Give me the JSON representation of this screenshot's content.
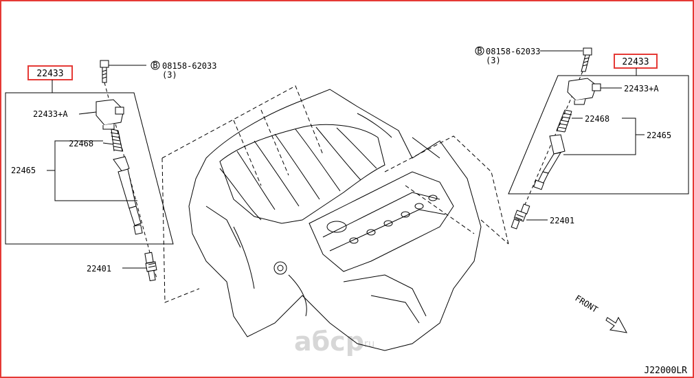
{
  "diagram_code": "J22000LR",
  "watermark": {
    "brand": "aбcp",
    "tld": ".ru"
  },
  "front_label": "FRONT",
  "left": {
    "highlight_part": "22433",
    "coil_part": "22433+A",
    "spring_part": "22468",
    "lead_part": "22465",
    "plug_part": "22401",
    "bolt_circle": "B",
    "bolt_part": "08158-62033",
    "bolt_qty": "(3)"
  },
  "right": {
    "highlight_part": "22433",
    "coil_part": "22433+A",
    "spring_part": "22468",
    "lead_part": "22465",
    "plug_part": "22401",
    "bolt_circle": "B",
    "bolt_part": "08158-62033",
    "bolt_qty": "(3)"
  },
  "colors": {
    "highlight_border": "#e53935",
    "line": "#000000",
    "watermark": "#d7d7d7"
  }
}
